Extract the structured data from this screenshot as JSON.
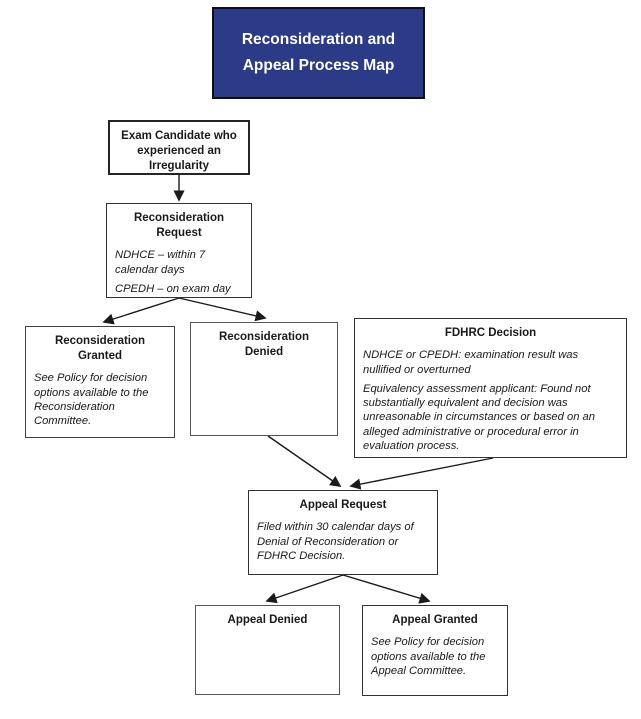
{
  "banner": {
    "text": "Reconsideration and Appeal Process Map",
    "bg_color": "#2b3b87",
    "text_color": "#ffffff"
  },
  "colors": {
    "box_border": "#3f3f3f",
    "arrow": "#1a1a1a",
    "text": "#1a1a1a",
    "background": "#ffffff"
  },
  "nodes": {
    "exam_candidate": {
      "title": "Exam Candidate who experienced an Irregularity"
    },
    "reconsideration_request": {
      "title": "Reconsideration Request",
      "body1": "NDHCE – within 7 calendar days",
      "body2": "CPEDH – on exam day"
    },
    "reconsideration_granted": {
      "title": "Reconsideration Granted",
      "body1": "See Policy for decision options available to the Reconsideration Committee."
    },
    "reconsideration_denied": {
      "title": "Reconsideration Denied"
    },
    "fdhrc_decision": {
      "title": "FDHRC Decision",
      "body1": "NDHCE or CPEDH: examination result was nullified or overturned",
      "body2": "Equivalency assessment applicant: Found not substantially equivalent and decision was unreasonable in circumstances or based on an alleged administrative or procedural error in evaluation process."
    },
    "appeal_request": {
      "title": "Appeal Request",
      "body1": "Filed within 30 calendar days of Denial of Reconsideration or FDHRC Decision."
    },
    "appeal_denied": {
      "title": "Appeal Denied"
    },
    "appeal_granted": {
      "title": "Appeal Granted",
      "body1": "See Policy for decision options available to the Appeal Committee."
    }
  }
}
